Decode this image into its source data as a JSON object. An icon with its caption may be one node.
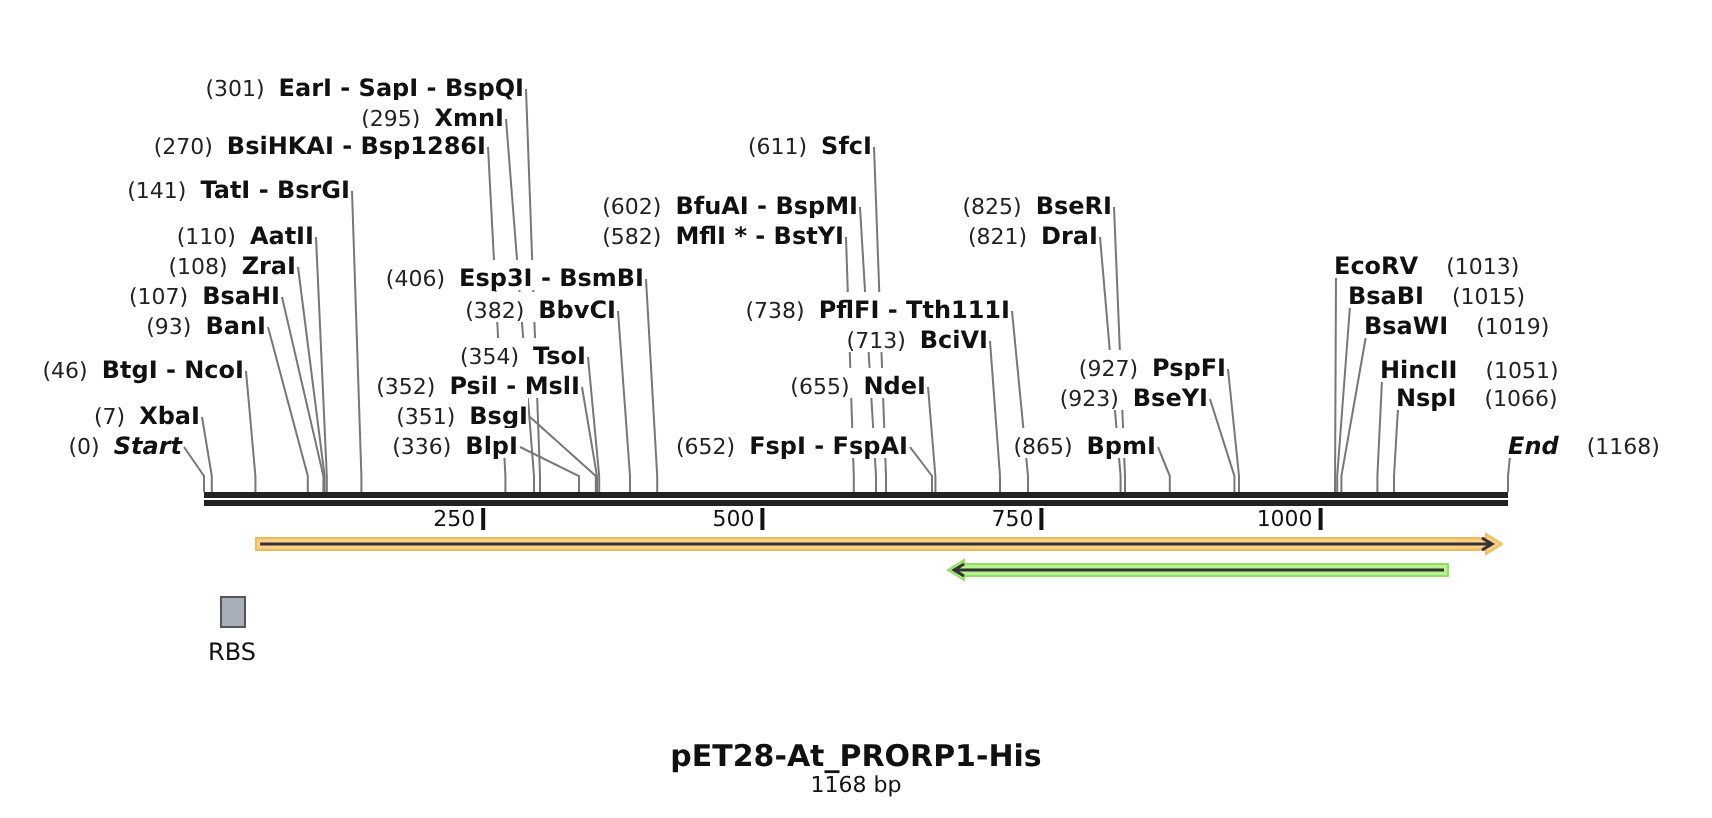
{
  "diagram": {
    "title": "pET28-At_PRORP1-His",
    "caption": "1168 bp",
    "nodes": [
      {
        "text": [
          "(301)",
          "EarI - SapI - BspQI"
        ]
      },
      {
        "text": [
          "(295)",
          "XmnI"
        ]
      },
      {
        "text": [
          "(270)",
          "BsiHKAI - Bsp1286I"
        ]
      },
      {
        "text": [
          "(611)",
          "SfcI"
        ]
      },
      {
        "text": [
          "(141)",
          "TatI - BsrGI"
        ]
      },
      {
        "text": [
          "(602)",
          "BfuAI - BspMI"
        ]
      },
      {
        "text": [
          "(825)",
          "BseRI"
        ]
      },
      {
        "text": [
          "(110)",
          "AatII"
        ]
      },
      {
        "text": [
          "(582)",
          "MflI * - BstYI"
        ]
      },
      {
        "text": [
          "(821)",
          "DraI"
        ]
      },
      {
        "text": [
          "(108)",
          "ZraI"
        ]
      },
      {
        "text": [
          "EcoRV",
          "(1013)"
        ]
      },
      {
        "text": [
          "(406)",
          "Esp3I - BsmBI"
        ]
      },
      {
        "text": [
          "(107)",
          "BsaHI"
        ]
      },
      {
        "text": [
          "BsaBI",
          "(1015)"
        ]
      },
      {
        "text": [
          "(382)",
          "BbvCI"
        ]
      },
      {
        "text": [
          "(738)",
          "PflFI - Tth111I"
        ]
      },
      {
        "text": [
          "(93)",
          "BanI"
        ]
      },
      {
        "text": [
          "BsaWI",
          "(1019)"
        ]
      },
      {
        "text": [
          "(713)",
          "BciVI"
        ]
      },
      {
        "text": [
          "(354)",
          "TsoI"
        ]
      },
      {
        "text": [
          "(46)",
          "BtgI - NcoI"
        ]
      },
      {
        "text": [
          "(927)",
          "PspFI"
        ]
      },
      {
        "text": [
          "HincII",
          "(1051)"
        ]
      },
      {
        "text": [
          "(352)",
          "PsiI - MslI"
        ]
      },
      {
        "text": [
          "(655)",
          "NdeI"
        ]
      },
      {
        "text": [
          "(923)",
          "BseYI"
        ]
      },
      {
        "text": [
          "NspI",
          "(1066)"
        ]
      },
      {
        "text": [
          "(7)",
          "XbaI"
        ]
      },
      {
        "text": [
          "(351)",
          "BsgI"
        ]
      },
      {
        "text": [
          "(0)",
          "Start"
        ]
      },
      {
        "text": [
          "(336)",
          "BlpI"
        ]
      },
      {
        "text": [
          "(652)",
          "FspI - FspAI"
        ]
      },
      {
        "text": [
          "(865)",
          "BpmI"
        ]
      },
      {
        "text": [
          "End",
          "(1168)"
        ]
      },
      {
        "text": [],
        "shape": "bar",
        "beside": [
          "250",
          "500",
          "750",
          "1000"
        ]
      },
      {
        "text": [
          "RBS"
        ]
      }
    ],
    "edges": [
      {
        "from": 0,
        "to": 35,
        "arrow": "none"
      },
      {
        "from": 1,
        "to": 35,
        "arrow": "none"
      },
      {
        "from": 2,
        "to": 35,
        "arrow": "none"
      },
      {
        "from": 3,
        "to": 35,
        "arrow": "none"
      },
      {
        "from": 4,
        "to": 35,
        "arrow": "none"
      },
      {
        "from": 5,
        "to": 35,
        "arrow": "none"
      },
      {
        "from": 6,
        "to": 35,
        "arrow": "none"
      },
      {
        "from": 7,
        "to": 35,
        "arrow": "none"
      },
      {
        "from": 8,
        "to": 35,
        "arrow": "none"
      },
      {
        "from": 9,
        "to": 35,
        "arrow": "none"
      },
      {
        "from": 10,
        "to": 35,
        "arrow": "none"
      },
      {
        "from": 11,
        "to": 35,
        "arrow": "none"
      },
      {
        "from": 12,
        "to": 35,
        "arrow": "none"
      },
      {
        "from": 13,
        "to": 35,
        "arrow": "none"
      },
      {
        "from": 14,
        "to": 35,
        "arrow": "none"
      },
      {
        "from": 15,
        "to": 35,
        "arrow": "none"
      },
      {
        "from": 16,
        "to": 35,
        "arrow": "none"
      },
      {
        "from": 17,
        "to": 35,
        "arrow": "none"
      },
      {
        "from": 18,
        "to": 35,
        "arrow": "none"
      },
      {
        "from": 19,
        "to": 35,
        "arrow": "none"
      },
      {
        "from": 20,
        "to": 35,
        "arrow": "none"
      },
      {
        "from": 21,
        "to": 35,
        "arrow": "none"
      },
      {
        "from": 22,
        "to": 35,
        "arrow": "none"
      },
      {
        "from": 23,
        "to": 35,
        "arrow": "none"
      },
      {
        "from": 24,
        "to": 35,
        "arrow": "none"
      },
      {
        "from": 25,
        "to": 35,
        "arrow": "none"
      },
      {
        "from": 26,
        "to": 35,
        "arrow": "none"
      },
      {
        "from": 27,
        "to": 35,
        "arrow": "none"
      },
      {
        "from": 28,
        "to": 35,
        "arrow": "none"
      },
      {
        "from": 29,
        "to": 35,
        "arrow": "none"
      },
      {
        "from": 30,
        "to": 35,
        "arrow": "none"
      },
      {
        "from": 31,
        "to": 35,
        "arrow": "none"
      },
      {
        "from": 32,
        "to": 35,
        "arrow": "none"
      },
      {
        "from": 33,
        "to": 35,
        "arrow": "none"
      },
      {
        "from": 34,
        "to": 35,
        "arrow": "none"
      }
    ]
  }
}
